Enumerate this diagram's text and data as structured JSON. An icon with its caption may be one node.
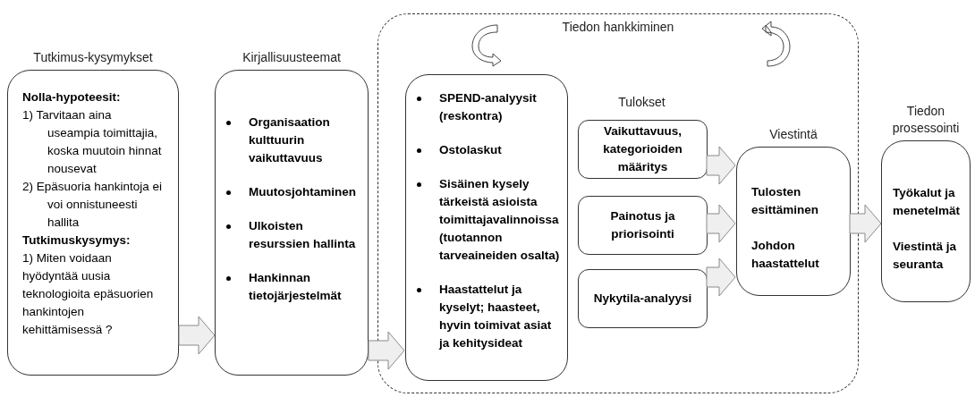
{
  "diagram": {
    "nodes": [
      {
        "text": [
          "Tutkimus-kysymykset",
          "Nolla-hypoteesit:",
          "1) Tarvitaan aina useampia toimittajia, koska muutoin hinnat nousevat",
          "2) Epäsuoria hankintoja ei voi onnistuneesti hallita",
          "Tutkimuskysymys:",
          "1) Miten voidaan hyödyntää uusia teknologioita epäsuorien hankintojen kehittämisessä ?"
        ]
      },
      {
        "text": [
          "Kirjallisuusteemat",
          "Organisaation kulttuurin vaikuttavuus",
          "Muutosjohtaminen",
          "Ulkoisten resurssien hallinta",
          "Hankinnan tietojärjestelmät"
        ]
      },
      {
        "text": [
          "Tiedon hankkiminen"
        ]
      },
      {
        "text": [
          "SPEND-analyysit (reskontra)",
          "Ostolaskut",
          "Sisäinen kysely tärkeistä asioista toimittajavalinnoissa (tuotannon tarveaineiden osalta)",
          "Haastattelut ja kyselyt; haasteet, hyvin toimivat asiat ja kehitysideat"
        ],
        "in": 2
      },
      {
        "text": [
          "Vaikuttavuus, kategorioiden määritys"
        ],
        "in": 2
      },
      {
        "text": [
          "Painotus ja priorisointi"
        ],
        "in": 2
      },
      {
        "text": [
          "Nykytila-analyysi"
        ],
        "in": 2
      },
      {
        "text": [
          "Viestintä",
          "Tulosten esittäminen",
          "Johdon haastattelut"
        ],
        "in": 2
      },
      {
        "text": [
          "Tiedon prosessointi",
          "Työkalut ja menetelmät",
          "Viestintä ja seuranta"
        ]
      }
    ],
    "edges": [
      {
        "from": 0,
        "to": 1,
        "arrow": "to"
      },
      {
        "from": 1,
        "to": 3,
        "arrow": "to"
      },
      {
        "from": 4,
        "to": 7,
        "arrow": "to"
      },
      {
        "from": 5,
        "to": 7,
        "arrow": "to"
      },
      {
        "from": 6,
        "to": 7,
        "arrow": "to"
      },
      {
        "from": 7,
        "to": 8,
        "arrow": "to"
      }
    ],
    "labels": [
      "Tulokset"
    ]
  }
}
